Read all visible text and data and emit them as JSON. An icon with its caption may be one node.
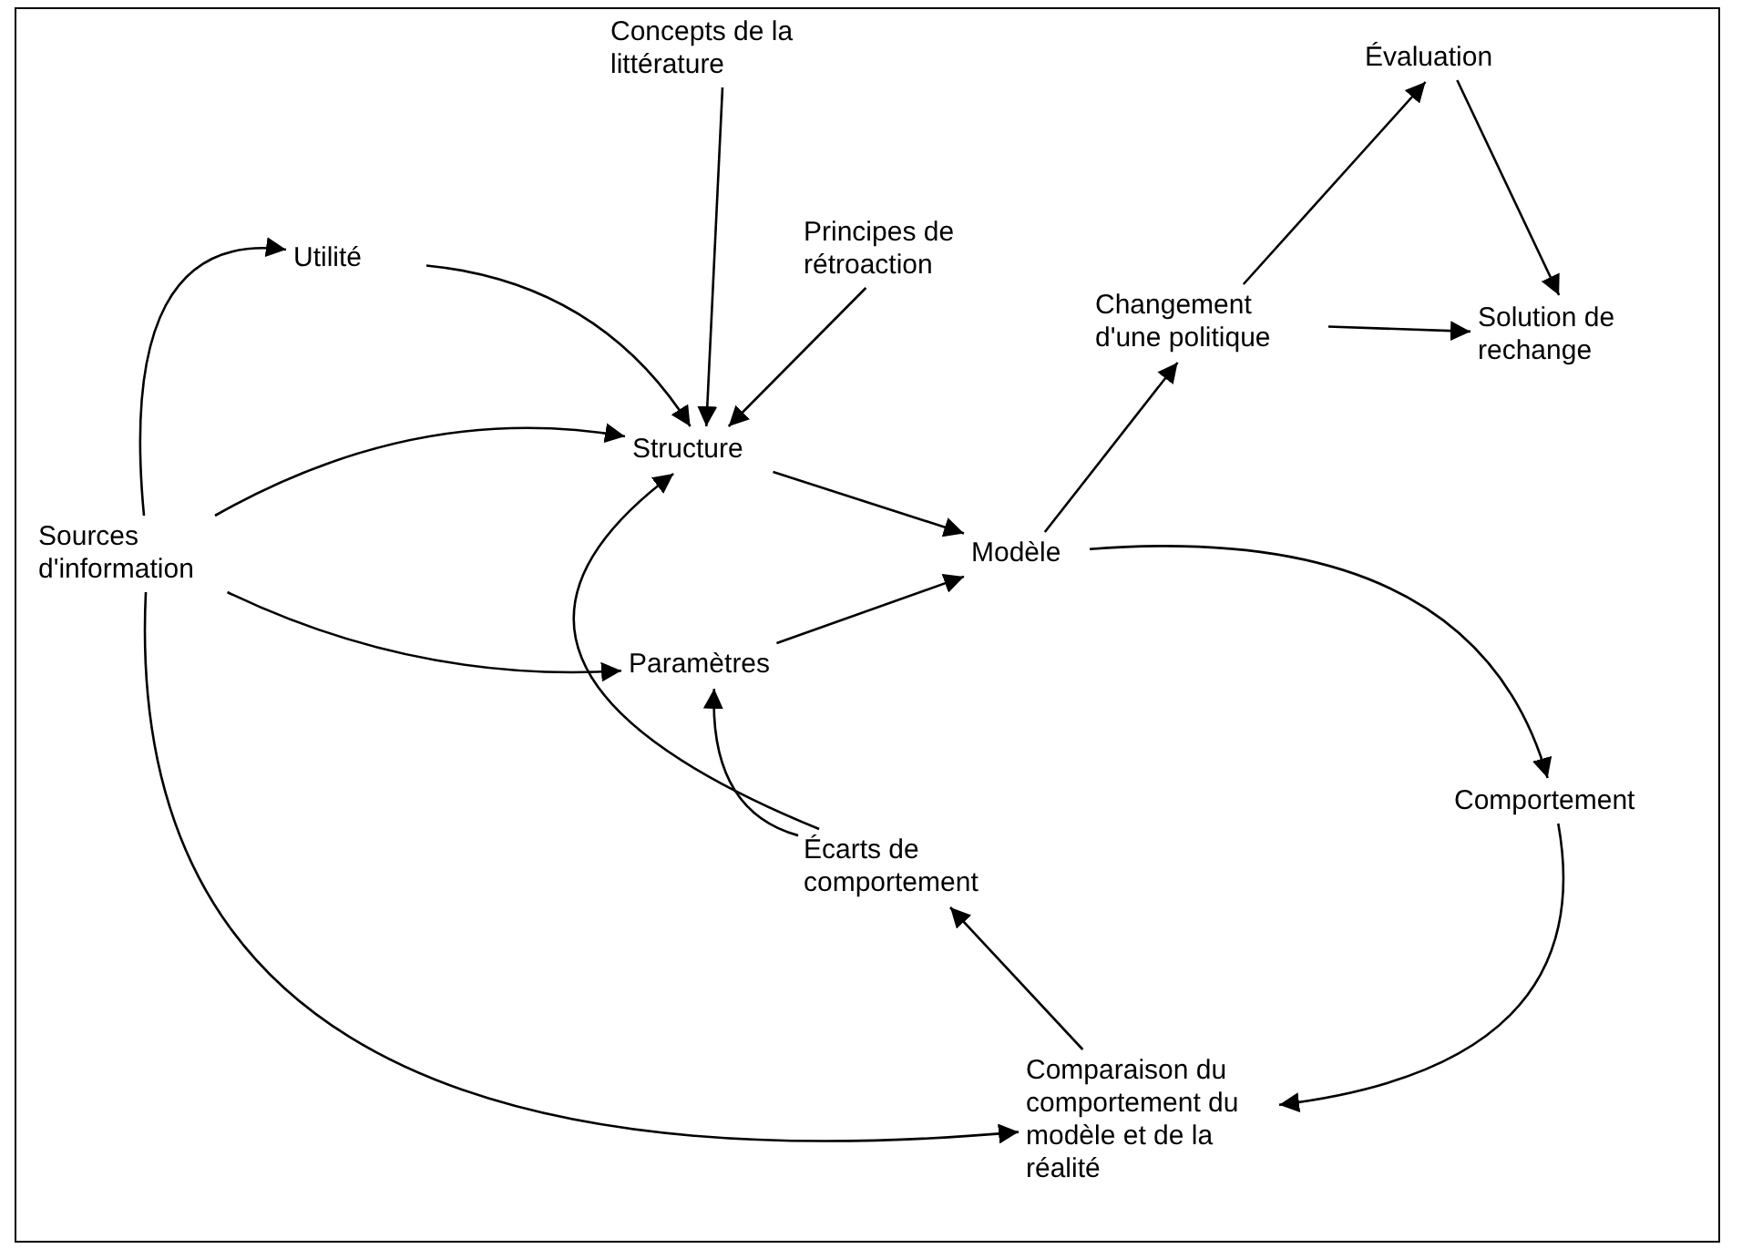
{
  "diagram": {
    "nodes": [
      {
        "text": [
          "Concepts de la littérature"
        ]
      },
      {
        "text": [
          "Évaluation"
        ]
      },
      {
        "text": [
          "Utilité"
        ]
      },
      {
        "text": [
          "Principes de rétroaction"
        ]
      },
      {
        "text": [
          "Changement d'une politique"
        ]
      },
      {
        "text": [
          "Solution de rechange"
        ]
      },
      {
        "text": [
          "Structure"
        ]
      },
      {
        "text": [
          "Sources d'information"
        ]
      },
      {
        "text": [
          "Modèle"
        ]
      },
      {
        "text": [
          "Paramètres"
        ]
      },
      {
        "text": [
          "Comportement"
        ]
      },
      {
        "text": [
          "Écarts de comportement"
        ]
      },
      {
        "text": [
          "Comparaison du comportement du modèle et de la réalité"
        ]
      }
    ],
    "edges": [
      {
        "from": 0,
        "to": 6,
        "arrow": "to"
      },
      {
        "from": 2,
        "to": 6,
        "arrow": "to"
      },
      {
        "from": 3,
        "to": 6,
        "arrow": "to"
      },
      {
        "from": 7,
        "to": 6,
        "arrow": "to"
      },
      {
        "from": 7,
        "to": 2,
        "arrow": "to"
      },
      {
        "from": 7,
        "to": 12,
        "arrow": "to"
      },
      {
        "from": 7,
        "to": 9,
        "arrow": "to"
      },
      {
        "from": 6,
        "to": 8,
        "arrow": "to"
      },
      {
        "from": 9,
        "to": 8,
        "arrow": "to"
      },
      {
        "from": 8,
        "to": 4,
        "arrow": "to"
      },
      {
        "from": 8,
        "to": 10,
        "arrow": "to"
      },
      {
        "from": 4,
        "to": 1,
        "arrow": "to"
      },
      {
        "from": 4,
        "to": 5,
        "arrow": "to"
      },
      {
        "from": 1,
        "to": 5,
        "arrow": "to"
      },
      {
        "from": 10,
        "to": 12,
        "arrow": "to"
      },
      {
        "from": 12,
        "to": 11,
        "arrow": "to"
      },
      {
        "from": 11,
        "to": 9,
        "arrow": "to"
      },
      {
        "from": 11,
        "to": 6,
        "arrow": "to"
      }
    ]
  }
}
